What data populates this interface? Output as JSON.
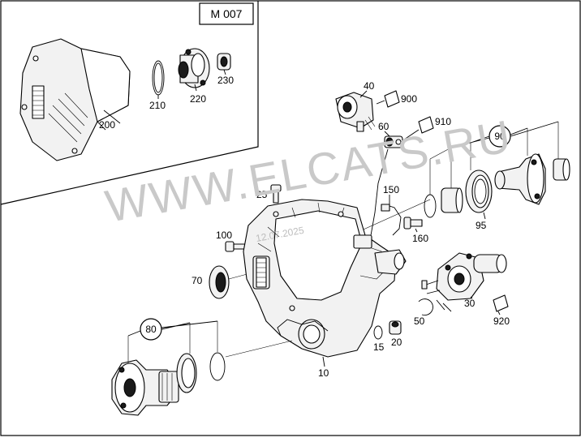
{
  "diagram": {
    "group_code": "M 007",
    "watermark": "WWW.ELCATS.RU",
    "watermark_date": "12.07.2025",
    "callouts": {
      "p200": "200",
      "p210": "210",
      "p220": "220",
      "p230": "230",
      "p40": "40",
      "p900": "900",
      "p60": "60",
      "p910": "910",
      "p90": "90",
      "p95": "95",
      "p25": "25",
      "p150": "150",
      "p160": "160",
      "p100": "100",
      "p70": "70",
      "p30": "30",
      "p50": "50",
      "p920": "920",
      "p80": "80",
      "p15": "15",
      "p20": "20",
      "p10": "10"
    }
  }
}
